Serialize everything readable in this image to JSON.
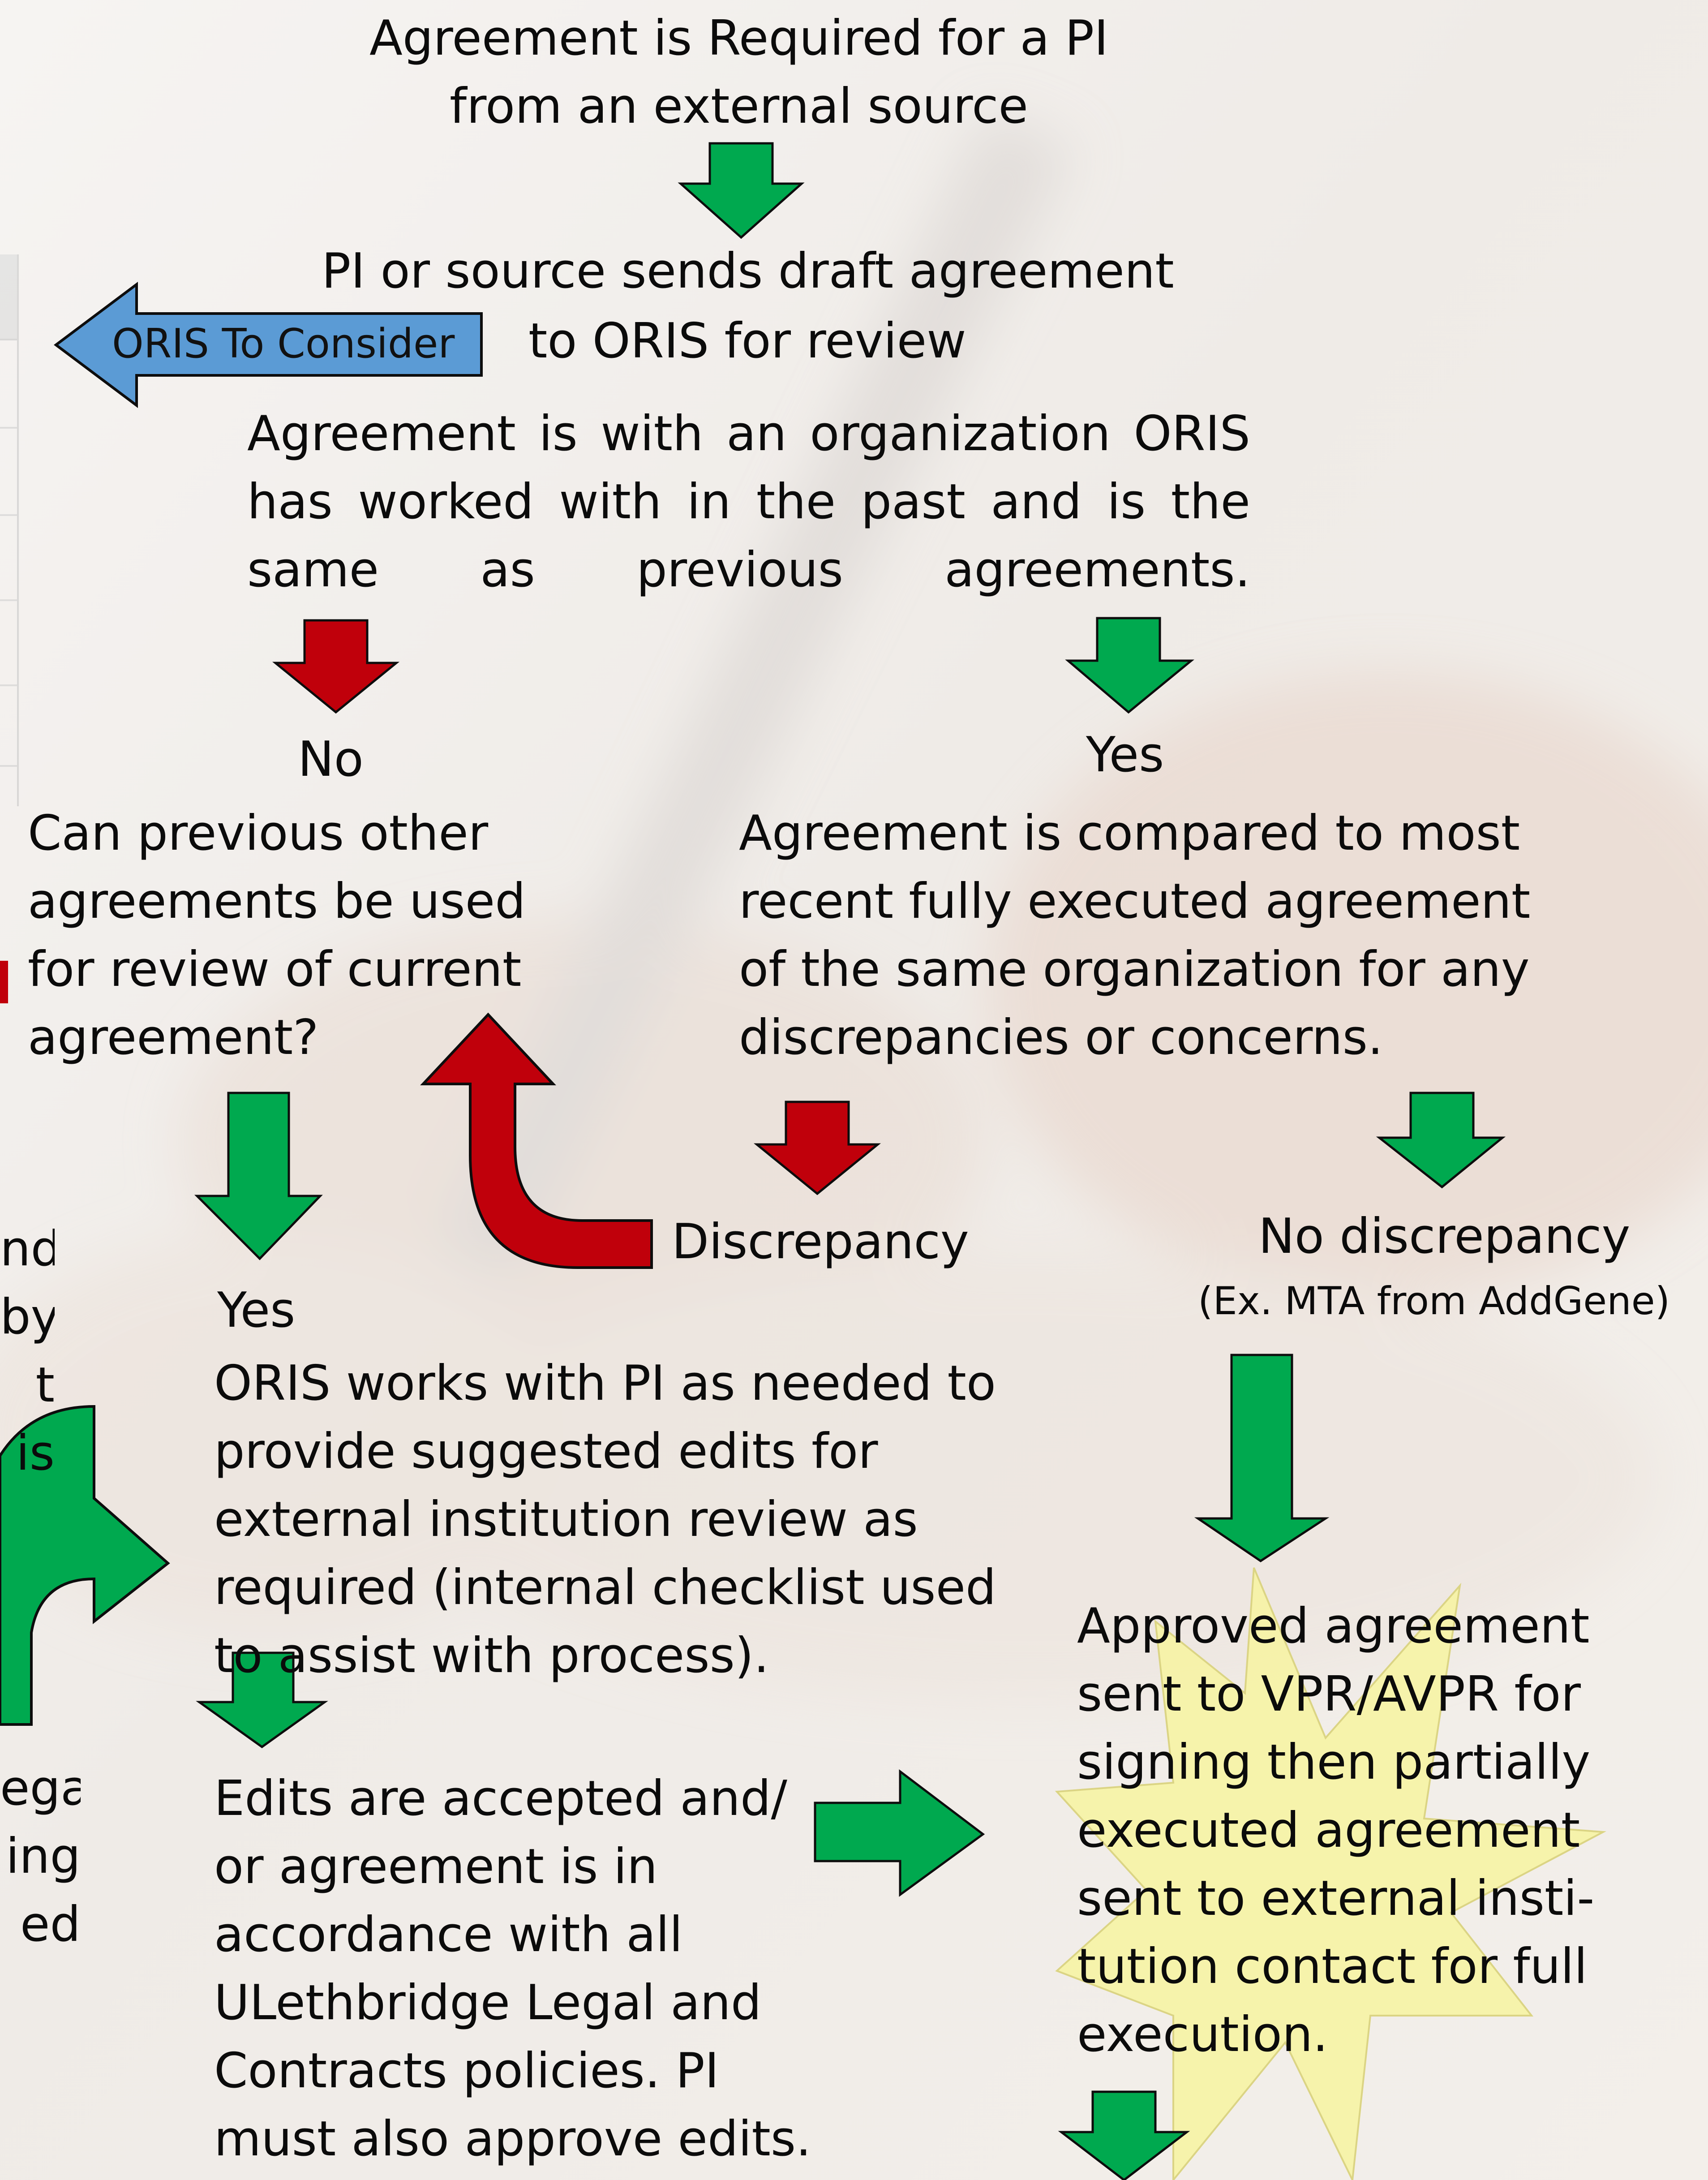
{
  "texts": {
    "header": "Agreement is Required for a PI\nfrom an external source",
    "draft_line1": "PI or source sends draft agreement",
    "draft_line2": "to ORIS for review",
    "consider_label": "ORIS To Consider",
    "org_question": "Agreement is with an organization ORIS\nhas worked with in the past and is the\nsame as previous agreements.",
    "no_label": "No",
    "yes_top_label": "Yes",
    "previous_question": "Can previous other\nagreements be used\nfor review of current\nagreement?",
    "compare_text": "Agreement is compared to most\nrecent fully executed agreement\nof the same organization for any\ndiscrepancies or concerns.",
    "discrepancy_label": "Discrepancy",
    "no_discrepancy_label": "No discrepancy",
    "no_discrepancy_example": "(Ex. MTA from AddGene)",
    "yes_mid_label": "Yes",
    "oris_works_text": "ORIS works with PI as needed to\nprovide suggested edits for\nexternal institution review as\nrequired (internal checklist used\n      to assist with process).",
    "edits_text": "Edits are accepted and/\nor agreement is in\naccordance with all\nULethbridge Legal and\nContracts policies. PI\nmust also approve edits.",
    "approved_text": "Approved agreement\nsent to VPR/AVPR for\nsigning then partially\nexecuted agreement\nsent to external insti-\ntution contact for full\nexecution.",
    "left_fragment_a": "nd\nby\nt is",
    "left_fragment_b": "egal\ning\ned"
  },
  "colors": {
    "green": "#00a94f",
    "red": "#c0000b",
    "blue": "#5b9bd5",
    "star": "#f7f4a5",
    "outline": "#0d0d0d"
  },
  "icons": [
    "arrow-down-icon",
    "arrow-left-icon",
    "arrow-right-icon",
    "curved-arrow-icon",
    "starburst-icon"
  ]
}
